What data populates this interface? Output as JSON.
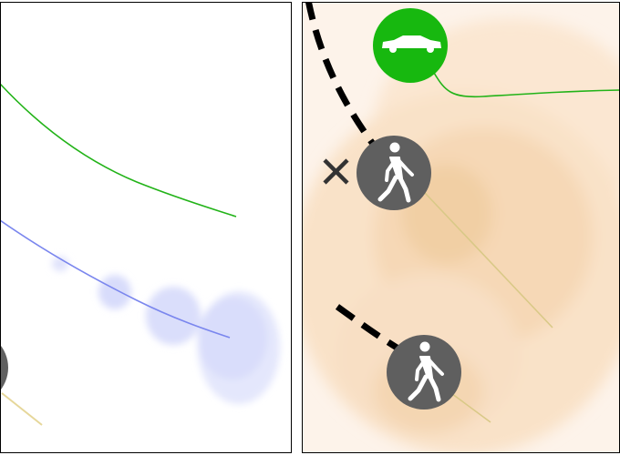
{
  "panels": [
    {
      "name": "left-panel",
      "agents": [
        {
          "type": "pedestrian",
          "icon": "pedestrian-icon"
        }
      ],
      "trajectories": [
        {
          "kind": "predicted-car",
          "color": "#22b318"
        },
        {
          "kind": "predicted-pedestrian",
          "color": "#7a86ee",
          "uncertainty_color": "#d4d9fb"
        },
        {
          "kind": "heading-line",
          "color": "#e6d79a"
        }
      ]
    },
    {
      "name": "right-panel",
      "background_color": "#fdf0e4",
      "density_color": "#f5d6b0",
      "agents": [
        {
          "type": "car",
          "icon": "car-icon",
          "color": "#22b318"
        },
        {
          "type": "pedestrian",
          "icon": "pedestrian-icon",
          "color": "#5f5f5f"
        },
        {
          "type": "pedestrian",
          "icon": "pedestrian-icon",
          "color": "#5f5f5f"
        }
      ],
      "markers": [
        {
          "type": "cross",
          "icon": "cross-icon"
        }
      ],
      "trajectories": [
        {
          "kind": "observed-path-dashed",
          "color": "#000000"
        },
        {
          "kind": "predicted-car",
          "color": "#22b318"
        },
        {
          "kind": "heading-line",
          "color": "#d9c987"
        }
      ]
    }
  ]
}
